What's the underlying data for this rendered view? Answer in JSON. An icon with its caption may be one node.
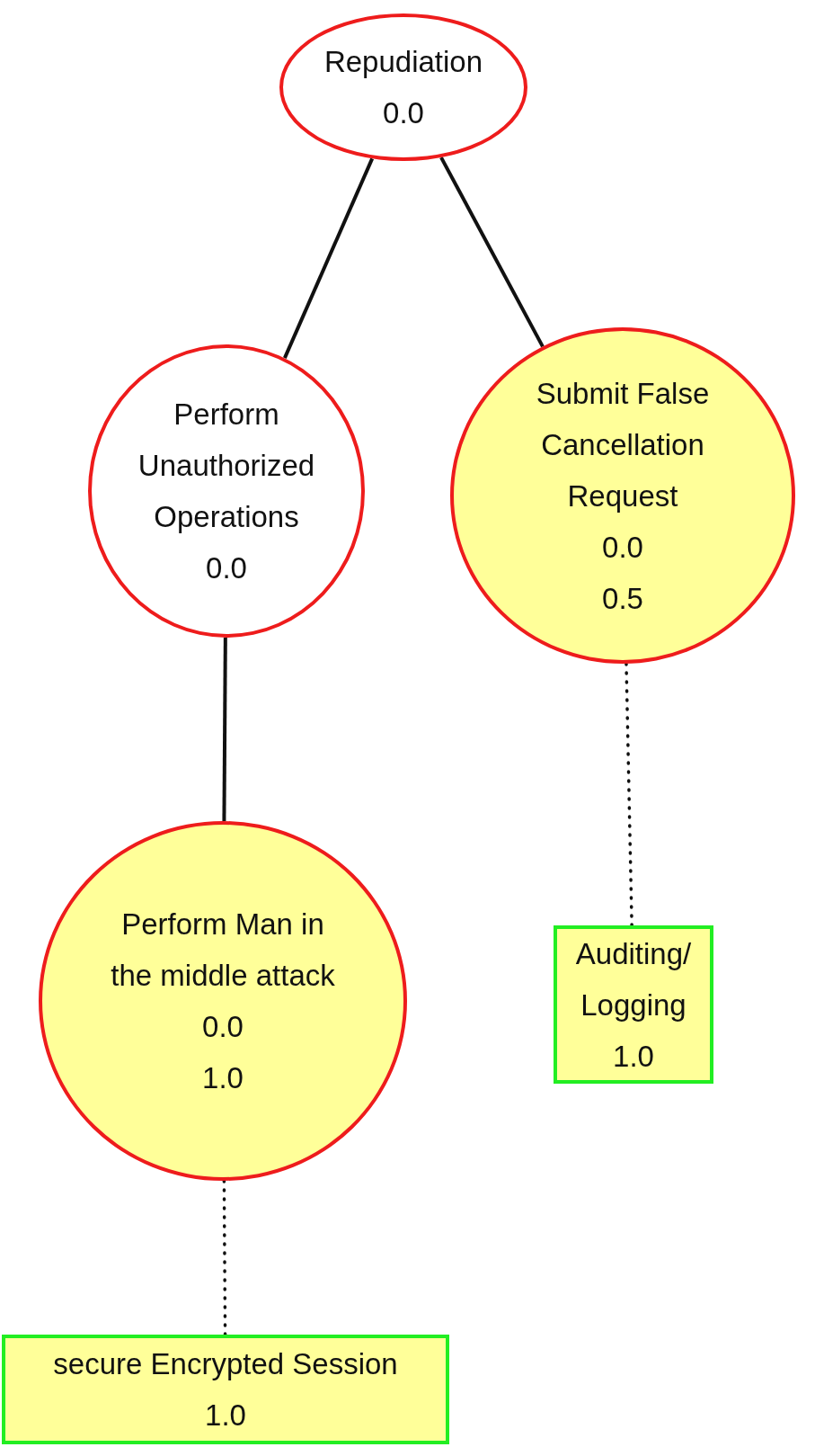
{
  "diagram": {
    "nodes": [
      {
        "text": [
          "Repudiation",
          "0.0"
        ]
      },
      {
        "text": [
          "Perform Unauthorized Operations",
          "0.0"
        ]
      },
      {
        "text": [
          "Submit False Cancellation Request",
          "0.0",
          "0.5"
        ]
      },
      {
        "text": [
          "Perform Man in the middle attack",
          "0.0",
          "1.0"
        ]
      },
      {
        "text": [
          "Auditing/ Logging",
          "1.0"
        ]
      },
      {
        "text": [
          "secure Encrypted Session",
          "1.0"
        ]
      }
    ],
    "edges": [
      {
        "from": 0,
        "to": 1,
        "arrow": "none"
      },
      {
        "from": 0,
        "to": 2,
        "arrow": "none"
      },
      {
        "from": 1,
        "to": 3,
        "arrow": "none"
      },
      {
        "from": 2,
        "to": 4,
        "arrow": "none",
        "style": "dashed"
      },
      {
        "from": 3,
        "to": 5,
        "arrow": "none",
        "style": "dashed"
      }
    ]
  }
}
